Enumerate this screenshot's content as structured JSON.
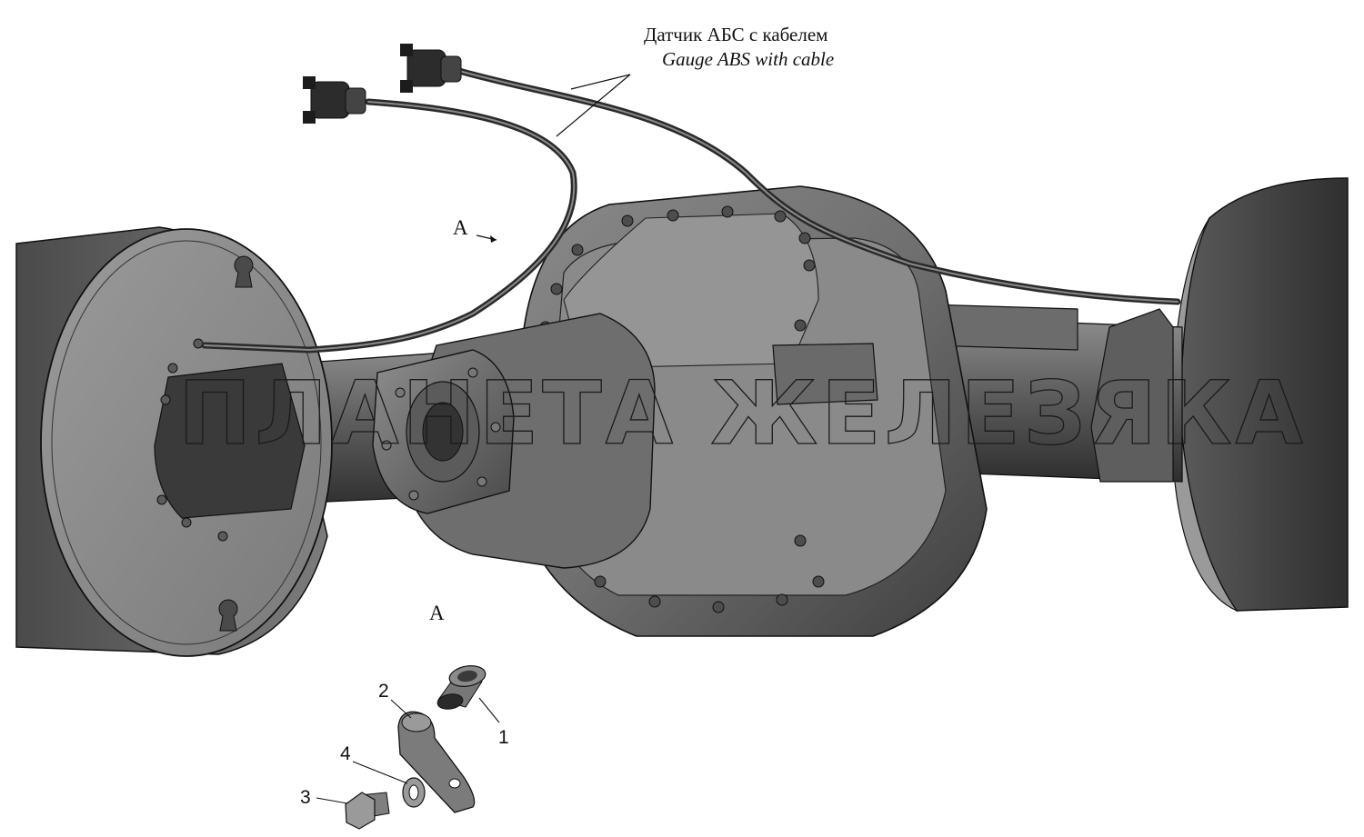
{
  "labels": {
    "sensor_ru": "Датчик АБС с кабелем",
    "sensor_en": "Gauge ABS with  cable",
    "view_marker_arrow": "А",
    "view_title": "А"
  },
  "callouts": [
    "1",
    "2",
    "3",
    "4"
  ],
  "watermark": "ПЛАНЕТА ЖЕЛЕЗЯКА",
  "colors": {
    "dark_gray": "#3c3c3c",
    "mid_gray": "#7a7a7a",
    "light_gray": "#a9a9a9",
    "outline": "#111111"
  }
}
